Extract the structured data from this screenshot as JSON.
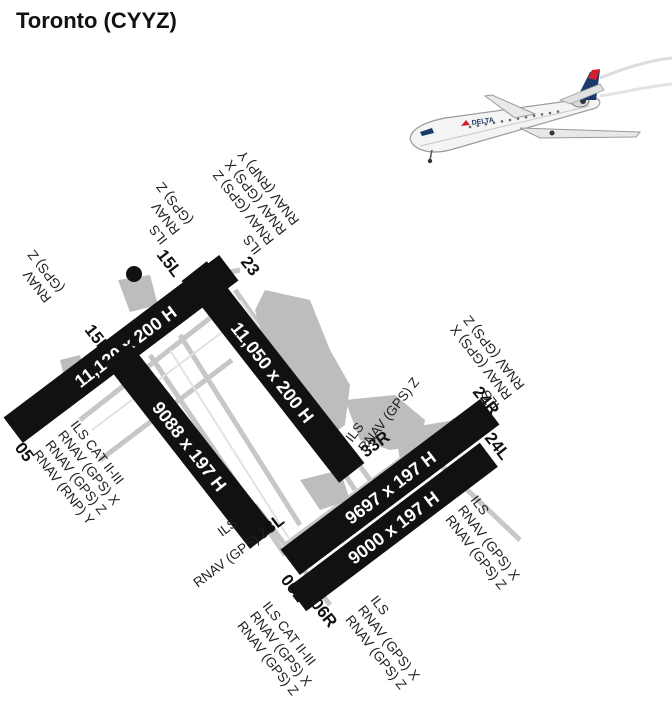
{
  "title": "Toronto (CYYZ)",
  "runways": [
    {
      "id": "r15R",
      "dims": "11,120 x 200 H",
      "end_a": "15R",
      "end_b": "05"
    },
    {
      "id": "r15L",
      "dims": "11,050 x 200 H",
      "end_a": "15L",
      "end_b": "33R"
    },
    {
      "id": "r23",
      "dims": "9088 x 197 H",
      "end_a": "23",
      "end_b": "33L"
    },
    {
      "id": "r24R",
      "dims": "9697 x 197 H",
      "end_a": "24R",
      "end_b": "06L"
    },
    {
      "id": "r24L",
      "dims": "9000 x 197 H",
      "end_a": "24L",
      "end_b": "06R"
    }
  ],
  "approaches": {
    "a15R": [
      "RNAV",
      "(GPS) Z"
    ],
    "a15L": [
      "ILS",
      "RNAV",
      "(GPS) Z"
    ],
    "a23": [
      "ILS",
      "RNAV (GPS) Z",
      "RNAV (GPS) X",
      "RNAV (RNP) Y"
    ],
    "a05": [
      "ILS CAT II-III",
      "RNAV (GPS) X",
      "RNAV (GPS) Z",
      "RNAV (RNP) Y"
    ],
    "a33R": [
      "ILS",
      "RNAV (GPS) Z"
    ],
    "a33L": [
      "ILS",
      "RNAV (GPS) Z"
    ],
    "a24R": [
      "ILS",
      "RNAV (GPS) X",
      "RNAV (GPS) Z"
    ],
    "a24L": [
      "ILS",
      "RNAV (GPS) X",
      "RNAV (GPS) Z"
    ],
    "a06L": [
      "ILS CAT II-III",
      "RNAV (GPS) X",
      "RNAV (GPS) Z"
    ],
    "a06R": [
      "ILS",
      "RNAV (GPS) X",
      "RNAV (GPS) Z"
    ]
  },
  "aircraft_livery": "DELTA",
  "colors": {
    "runway": "#111111",
    "terminal": "#bdbdbd",
    "taxiway": "#cfcfcf",
    "delta_red": "#d2202f",
    "delta_blue": "#1b3a6b"
  }
}
